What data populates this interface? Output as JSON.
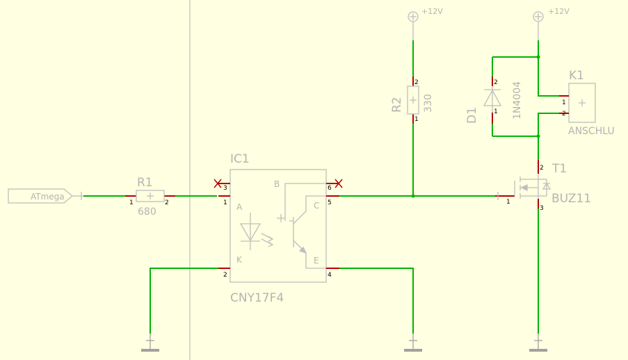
{
  "supply": {
    "label": "+12V"
  },
  "input_port": {
    "label": "ATmega"
  },
  "r1": {
    "name": "R1",
    "value": "680",
    "pin1": "1",
    "pin2": "2"
  },
  "r2": {
    "name": "R2",
    "value": "330",
    "pin1": "1",
    "pin2": "2"
  },
  "ic1": {
    "name": "IC1",
    "part": "CNY17F4",
    "pin_a_label": "A",
    "pin_k_label": "K",
    "pin_b_label": "B",
    "pin_c_label": "C",
    "pin_e_label": "E",
    "pin1": "1",
    "pin2": "2",
    "pin3": "3",
    "pin4": "4",
    "pin5": "5",
    "pin6": "6"
  },
  "d1": {
    "name": "D1",
    "part": "1N4004",
    "pin1": "1",
    "pin2": "2"
  },
  "k1": {
    "name": "K1",
    "part": "ANSCHLU",
    "pin1": "1",
    "pin2": "2"
  },
  "t1": {
    "name": "T1",
    "part": "BUZ11",
    "pin1": "1",
    "pin2": "2",
    "pin3": "3"
  },
  "colors": {
    "background": "#FFFFE1",
    "wire": "#00B400",
    "pin": "#B40000",
    "symbol": "#BEBEBE",
    "text": "#B4B4B4"
  }
}
